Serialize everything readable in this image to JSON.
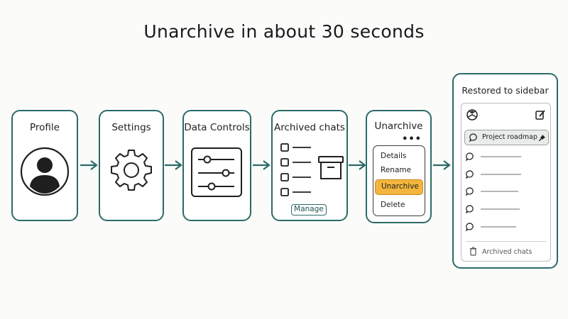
{
  "title": "Unarchive in about 30 seconds",
  "steps": {
    "profile": {
      "label": "Profile",
      "icon": "person-avatar-icon"
    },
    "settings": {
      "label": "Settings",
      "icon": "gear-icon"
    },
    "data_controls": {
      "label": "Data Controls",
      "icon": "sliders-icon"
    },
    "archived_chats": {
      "label": "Archived chats",
      "button": "Manage",
      "icon": "archive-box-icon"
    },
    "unarchive": {
      "label": "Unarchive",
      "menu": [
        "Details",
        "Rename",
        "Unarchive",
        "Delete"
      ],
      "highlighted": "Unarchive"
    },
    "restored": {
      "label": "Restored to sidebar",
      "pinned_chat": "Project roadmap",
      "footer": "Archived chats"
    }
  },
  "colors": {
    "accent": "#2a6b68",
    "highlight": "#f3b53d"
  }
}
